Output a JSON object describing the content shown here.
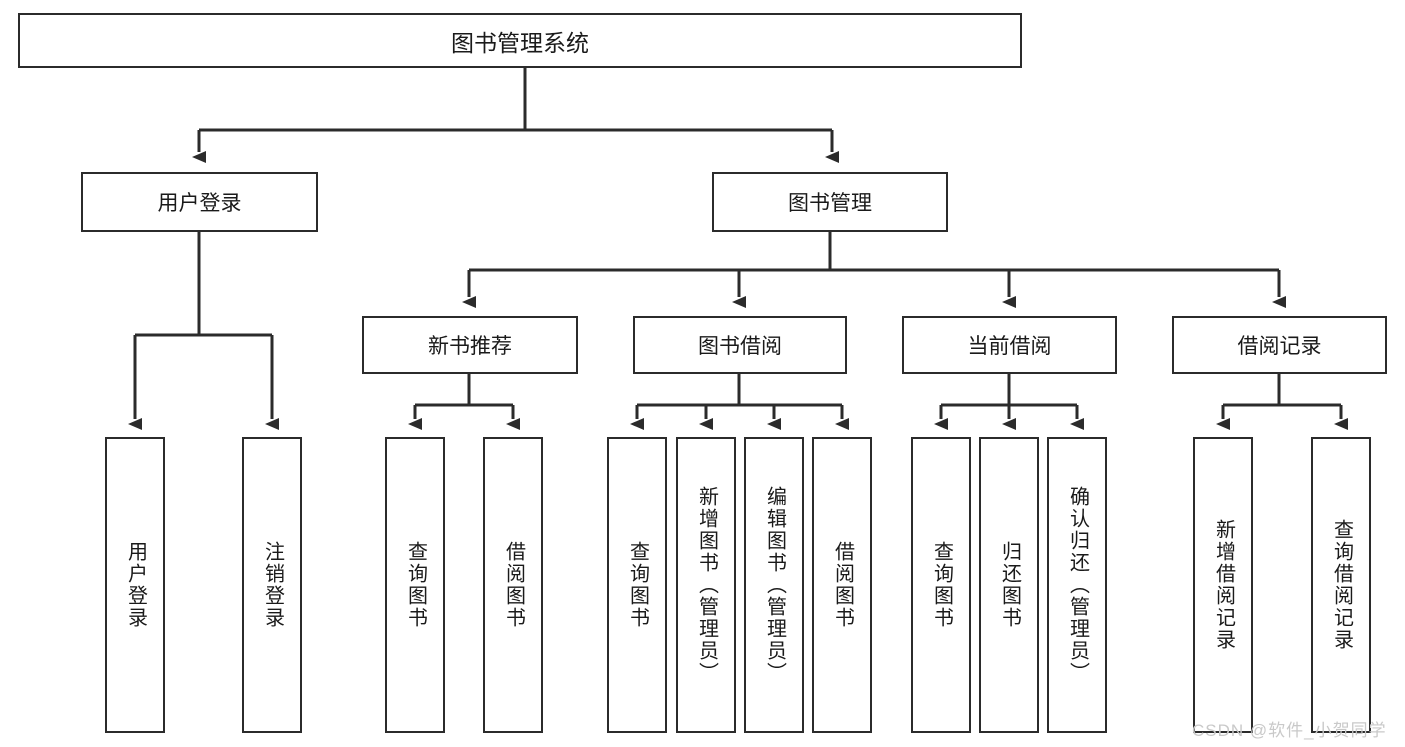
{
  "diagram": {
    "title": "图书管理系统",
    "type": "tree-hierarchy-chart",
    "watermark": "CSDN @软件_小贺同学",
    "colors": {
      "box_border": "#2b2b2b",
      "box_fill": "#ffffff",
      "line": "#2b2b2b",
      "text": "#1a1a1a",
      "watermark": "#c9c9c9"
    }
  },
  "root": {
    "label": "图书管理系统"
  },
  "level2": [
    {
      "id": "user-login",
      "label": "用户登录"
    },
    {
      "id": "book-manage",
      "label": "图书管理"
    }
  ],
  "level3": [
    {
      "id": "new-book-recommend",
      "label": "新书推荐"
    },
    {
      "id": "book-borrow",
      "label": "图书借阅"
    },
    {
      "id": "current-borrow",
      "label": "当前借阅"
    },
    {
      "id": "borrow-record",
      "label": "借阅记录"
    }
  ],
  "leaves": {
    "user_login": [
      {
        "id": "leaf-user-login",
        "label": "用户登录"
      },
      {
        "id": "leaf-logout-login",
        "label": "注销登录"
      }
    ],
    "new_book_recommend": [
      {
        "id": "leaf-query-book-1",
        "label": "查询图书"
      },
      {
        "id": "leaf-borrow-book-1",
        "label": "借阅图书"
      }
    ],
    "book_borrow": [
      {
        "id": "leaf-query-book-2",
        "label": "查询图书"
      },
      {
        "id": "leaf-add-book",
        "label": "新增图书（管理员）"
      },
      {
        "id": "leaf-edit-book",
        "label": "编辑图书（管理员）"
      },
      {
        "id": "leaf-borrow-book-2",
        "label": "借阅图书"
      }
    ],
    "current_borrow": [
      {
        "id": "leaf-query-book-3",
        "label": "查询图书"
      },
      {
        "id": "leaf-return-book",
        "label": "归还图书"
      },
      {
        "id": "leaf-confirm-return",
        "label": "确认归还（管理员）"
      }
    ],
    "borrow_record": [
      {
        "id": "leaf-add-record",
        "label": "新增借阅记录"
      },
      {
        "id": "leaf-query-record",
        "label": "查询借阅记录"
      }
    ]
  }
}
